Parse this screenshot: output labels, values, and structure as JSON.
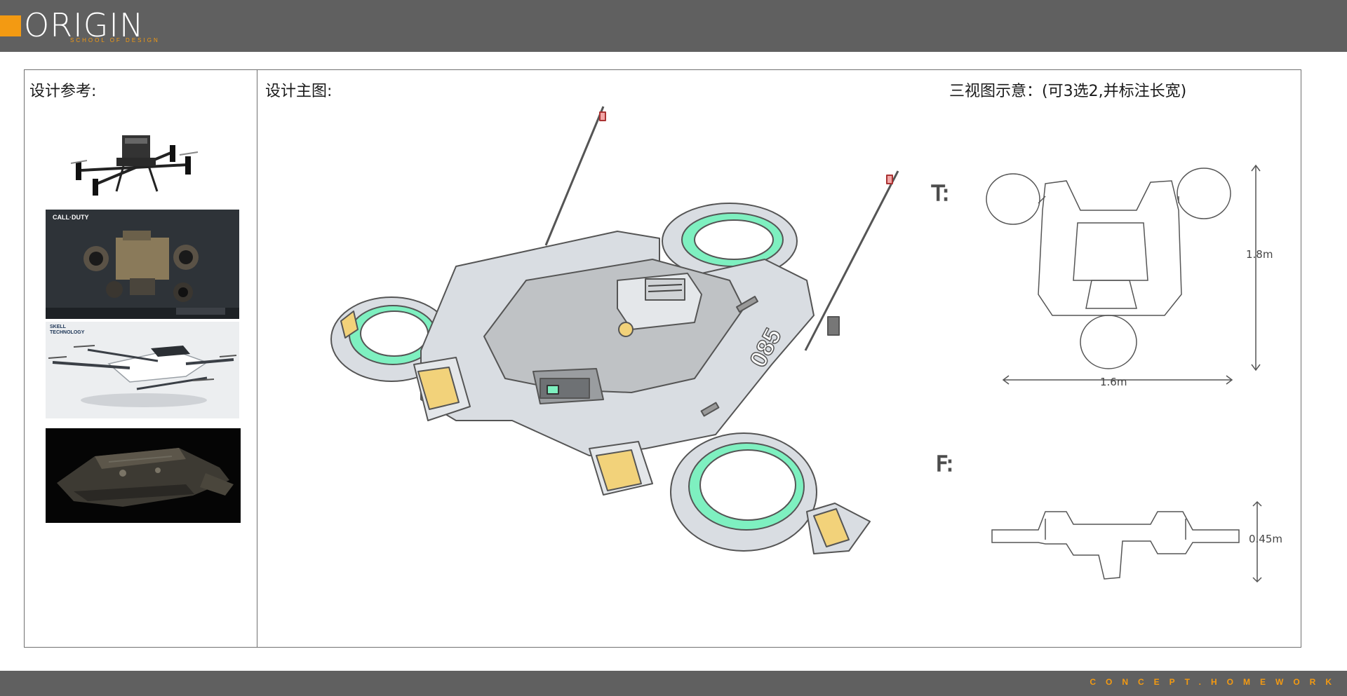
{
  "header": {
    "logo_text": "ORIGIN",
    "logo_subtext": "SCHOOL OF DESIGN"
  },
  "footer": {
    "text": "CONCEPT.HOMEWORK"
  },
  "left_panel": {
    "title": "设计参考:",
    "references": [
      {
        "caption": "",
        "icon": "quadcopter-drone-photo"
      },
      {
        "caption": "CALL·DUTY",
        "icon": "military-robot-render"
      },
      {
        "caption": "SKELL TECHNOLOGY",
        "icon": "white-drone-render"
      },
      {
        "caption": "",
        "icon": "dark-spaceship-render"
      }
    ]
  },
  "main_panel": {
    "title": "设计主图:",
    "drawing": "hover-drone-sketch",
    "hull_marking": "085"
  },
  "views_panel": {
    "title": "三视图示意：(可3选2,并标注长宽)",
    "top_view": {
      "label": "T:",
      "width_label": "1.6m",
      "length_label": "1.8m"
    },
    "front_view": {
      "label": "F:",
      "height_label": "0.45m"
    }
  },
  "colors": {
    "bar": "#606060",
    "accent": "#f39a12",
    "hull": "#d9dde2",
    "hull_dark": "#bfc2c5",
    "glow": "#7ef0c0",
    "hazard": "#f2d27a"
  }
}
